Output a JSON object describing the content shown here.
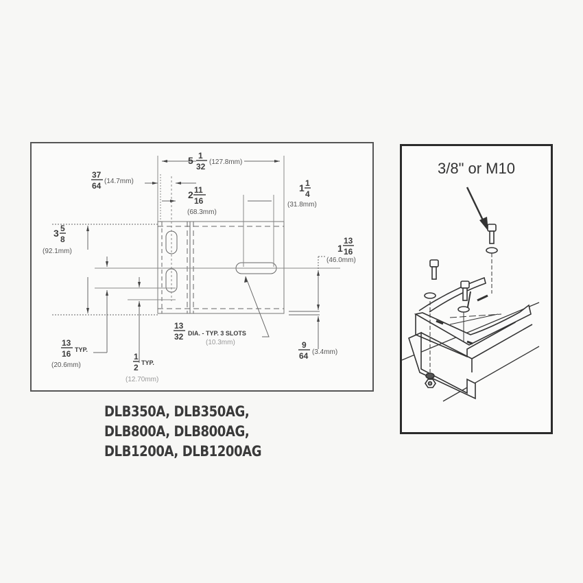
{
  "plan_view": {
    "overall_width": {
      "whole": "5",
      "num": "1",
      "den": "32",
      "mm": "(127.8mm)"
    },
    "edge_to_slot": {
      "num": "37",
      "den": "64",
      "mm": "(14.7mm)"
    },
    "slot_spacing": {
      "whole": "2",
      "num": "11",
      "den": "16",
      "mm": "(68.3mm)"
    },
    "slot_length": {
      "whole": "1",
      "num": "1",
      "den": "4",
      "mm": "(31.8mm)"
    },
    "overall_height": {
      "whole": "3",
      "num": "5",
      "den": "8",
      "mm": "(92.1mm)"
    },
    "slot_height": {
      "whole": "1",
      "num": "13",
      "den": "16",
      "mm": "(46.0mm)"
    },
    "slot_pitch": {
      "num": "13",
      "den": "16",
      "suffix": "TYP.",
      "mm": "(20.6mm)"
    },
    "slot_offset": {
      "num": "1",
      "den": "2",
      "suffix": "TYP.",
      "mm": "(12.70mm)"
    },
    "slot_dia": {
      "num": "13",
      "den": "32",
      "suffix": "DIA. - TYP. 3 SLOTS",
      "mm": "(10.3mm)"
    },
    "flange": {
      "num": "9",
      "den": "64",
      "mm": "(3.4mm)"
    }
  },
  "models": [
    "DLB350A, DLB350AG,",
    "DLB800A, DLB800AG,",
    "DLB1200A, DLB1200AG"
  ],
  "callout": {
    "title": "3/8\" or M10"
  }
}
